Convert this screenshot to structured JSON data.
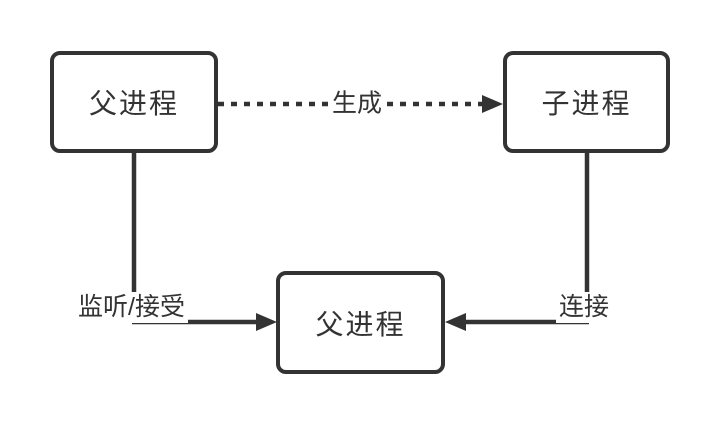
{
  "diagram": {
    "type": "flowchart",
    "nodes": [
      {
        "id": "parent-top",
        "label": "父进程"
      },
      {
        "id": "child",
        "label": "子进程"
      },
      {
        "id": "parent-bottom",
        "label": "父进程"
      }
    ],
    "edges": [
      {
        "from": "parent-top",
        "to": "child",
        "label": "生成",
        "style": "dashed",
        "direction": "right"
      },
      {
        "from": "parent-top",
        "to": "parent-bottom",
        "label": "监听/接受",
        "style": "solid",
        "direction": "down-right"
      },
      {
        "from": "child",
        "to": "parent-bottom",
        "label": "连接",
        "style": "solid",
        "direction": "down-left"
      }
    ],
    "colors": {
      "stroke": "#333333",
      "node_fill": "#ffffff",
      "node_border": "#333333",
      "text": "#333333",
      "background": "#ffffff",
      "label_background": "#ffffff"
    }
  }
}
